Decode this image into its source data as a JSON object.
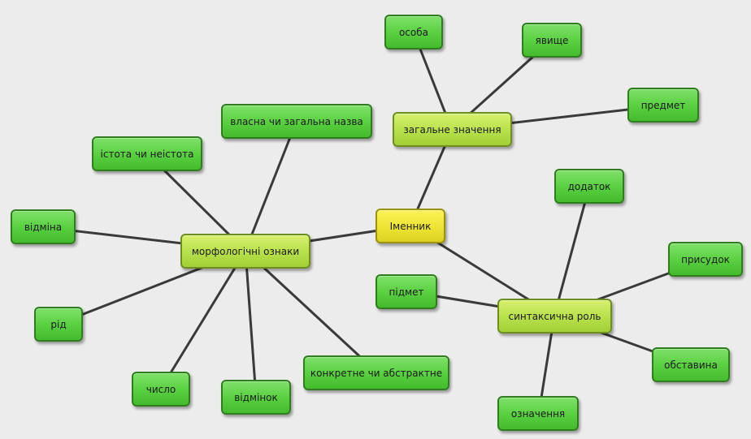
{
  "diagram": {
    "colors": {
      "leaf": "#58cf3f",
      "branch": "#b7e04a",
      "root": "#ede432",
      "edge": "#3a3a3a",
      "background": "#ececec"
    },
    "root": {
      "label": "Іменник"
    },
    "branches": {
      "general_meaning": {
        "label": "загальне значення",
        "children": [
          "особа",
          "явище",
          "предмет"
        ]
      },
      "morphological": {
        "label": "морфологічні ознаки",
        "children": [
          "власна чи загальна назва",
          "істота чи неістота",
          "відміна",
          "рід",
          "число",
          "відмінок",
          "конкретне чи абстрактне"
        ]
      },
      "syntactic": {
        "label": "синтаксична роль",
        "children": [
          "додаток",
          "присудок",
          "підмет",
          "обставина",
          "означення"
        ]
      }
    }
  }
}
